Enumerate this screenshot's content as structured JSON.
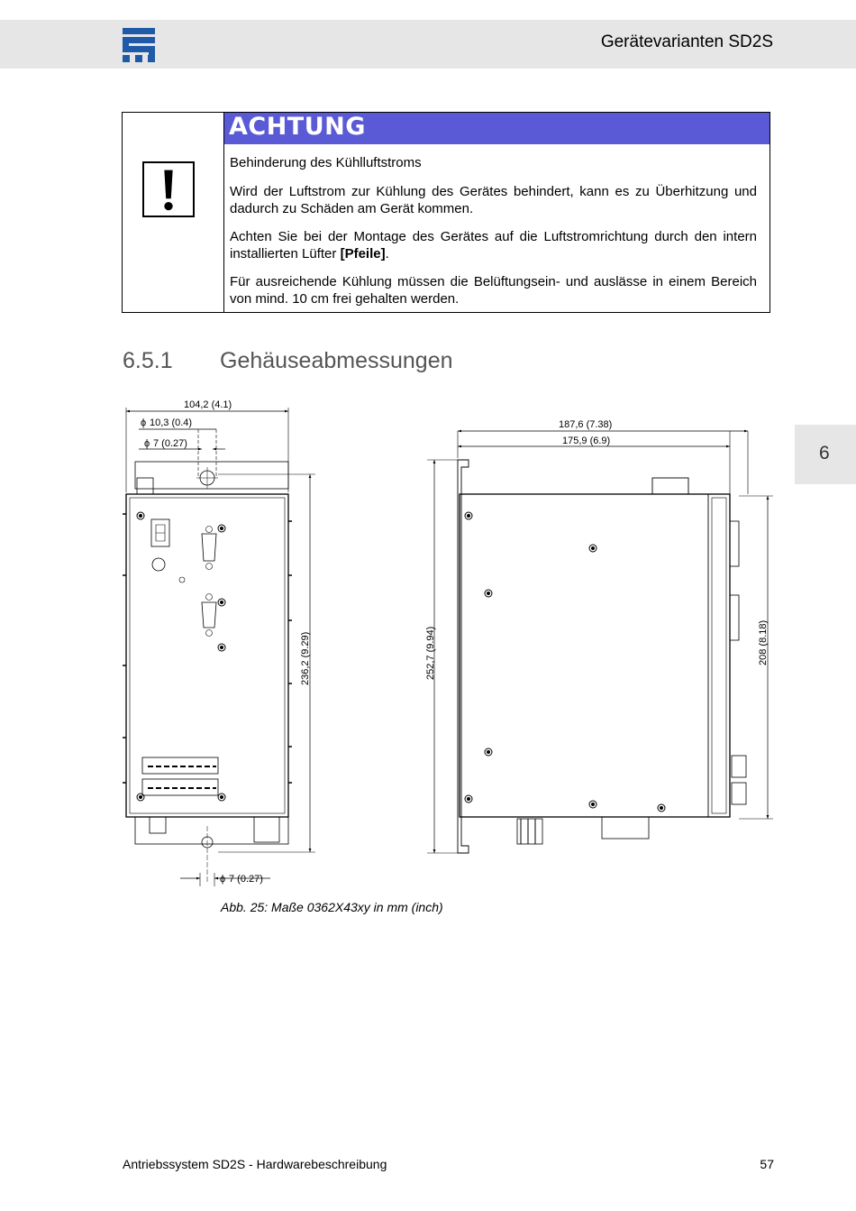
{
  "header": {
    "title": "Gerätevarianten SD2S",
    "logo": "company-logo"
  },
  "warning": {
    "heading": "ACHTUNG",
    "icon": "exclamation-icon",
    "accent_color": "#5a5ad6",
    "subtitle": "Behinderung des Kühlluftstroms",
    "paragraph1": "Wird der Luftstrom zur Kühlung des Gerätes behindert, kann es zu Überhitzung und dadurch zu Schäden am Gerät kommen.",
    "paragraph2_before": "Achten Sie bei der Montage des Gerätes auf die Luftstromrichtung durch den intern installierten Lüfter ",
    "paragraph2_bold": "[Pfeile]",
    "paragraph2_after": ".",
    "paragraph3": "Für ausreichende Kühlung müssen die Belüftungsein- und auslässe in einem Bereich von mind. 10 cm frei gehalten werden."
  },
  "section": {
    "number": "6.5.1",
    "title": "Gehäuseabmessungen"
  },
  "chapter_tab": "6",
  "drawing": {
    "dim_width_front": "104,2 (4.1)",
    "dim_hole_large": "10,3 (0.4)",
    "dim_hole_small_top": "7 (0.27)",
    "dim_height_front": "236,2 (9.29)",
    "dim_hole_small_bottom": "7 (0.27)",
    "dim_depth_total": "187,6 (7.38)",
    "dim_depth_body": "175,9 (6.9)",
    "dim_height_side": "252,7 (9.94)",
    "dim_height_body": "208 (8.18)",
    "diameter_symbol": "ϕ"
  },
  "caption": "Abb. 25: Maße 0362X43xy in mm (inch)",
  "footer": {
    "left": "Antriebssystem SD2S - Hardwarebeschreibung",
    "page": "57"
  }
}
